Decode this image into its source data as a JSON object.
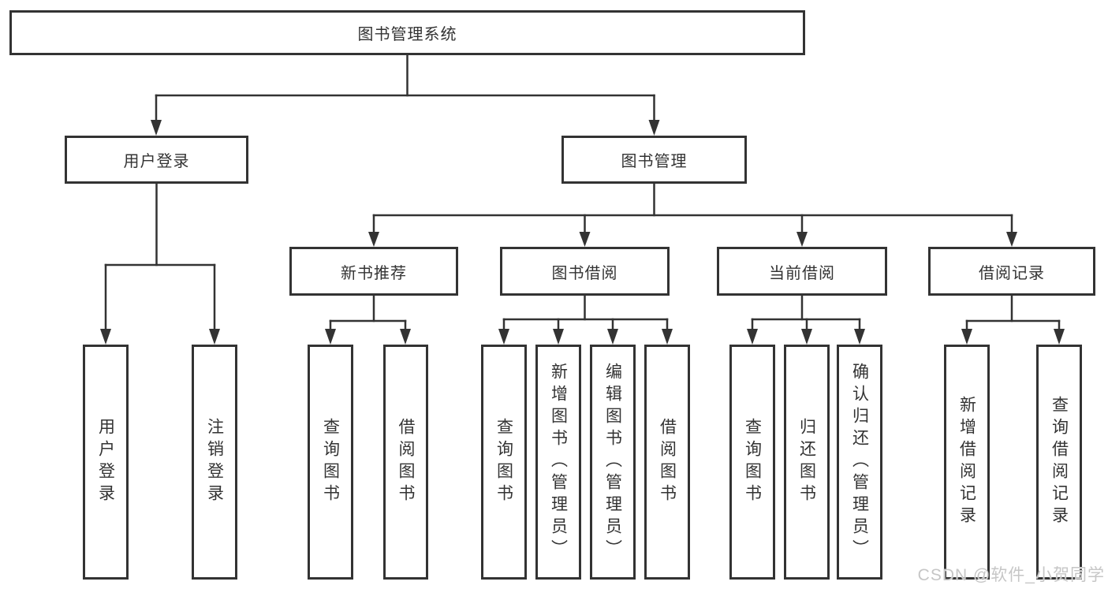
{
  "diagram": {
    "root": {
      "label": "图书管理系统"
    },
    "branches": [
      {
        "label": "用户登录",
        "children": [
          {
            "label": "用户登录"
          },
          {
            "label": "注销登录"
          }
        ]
      },
      {
        "label": "图书管理",
        "children": [
          {
            "label": "新书推荐",
            "children": [
              {
                "label": "查询图书"
              },
              {
                "label": "借阅图书"
              }
            ]
          },
          {
            "label": "图书借阅",
            "children": [
              {
                "label": "查询图书"
              },
              {
                "label": "新增图书（管理员）"
              },
              {
                "label": "编辑图书（管理员）"
              },
              {
                "label": "借阅图书"
              }
            ]
          },
          {
            "label": "当前借阅",
            "children": [
              {
                "label": "查询图书"
              },
              {
                "label": "归还图书"
              },
              {
                "label": "确认归还（管理员）"
              }
            ]
          },
          {
            "label": "借阅记录",
            "children": [
              {
                "label": "新增借阅记录"
              },
              {
                "label": "查询借阅记录"
              }
            ]
          }
        ]
      }
    ]
  },
  "watermark": "CSDN @软件_小贺同学",
  "colors": {
    "line": "#333333",
    "box_border": "#333333",
    "text": "#333333",
    "watermark": "#c6c6c6",
    "background": "#ffffff"
  }
}
